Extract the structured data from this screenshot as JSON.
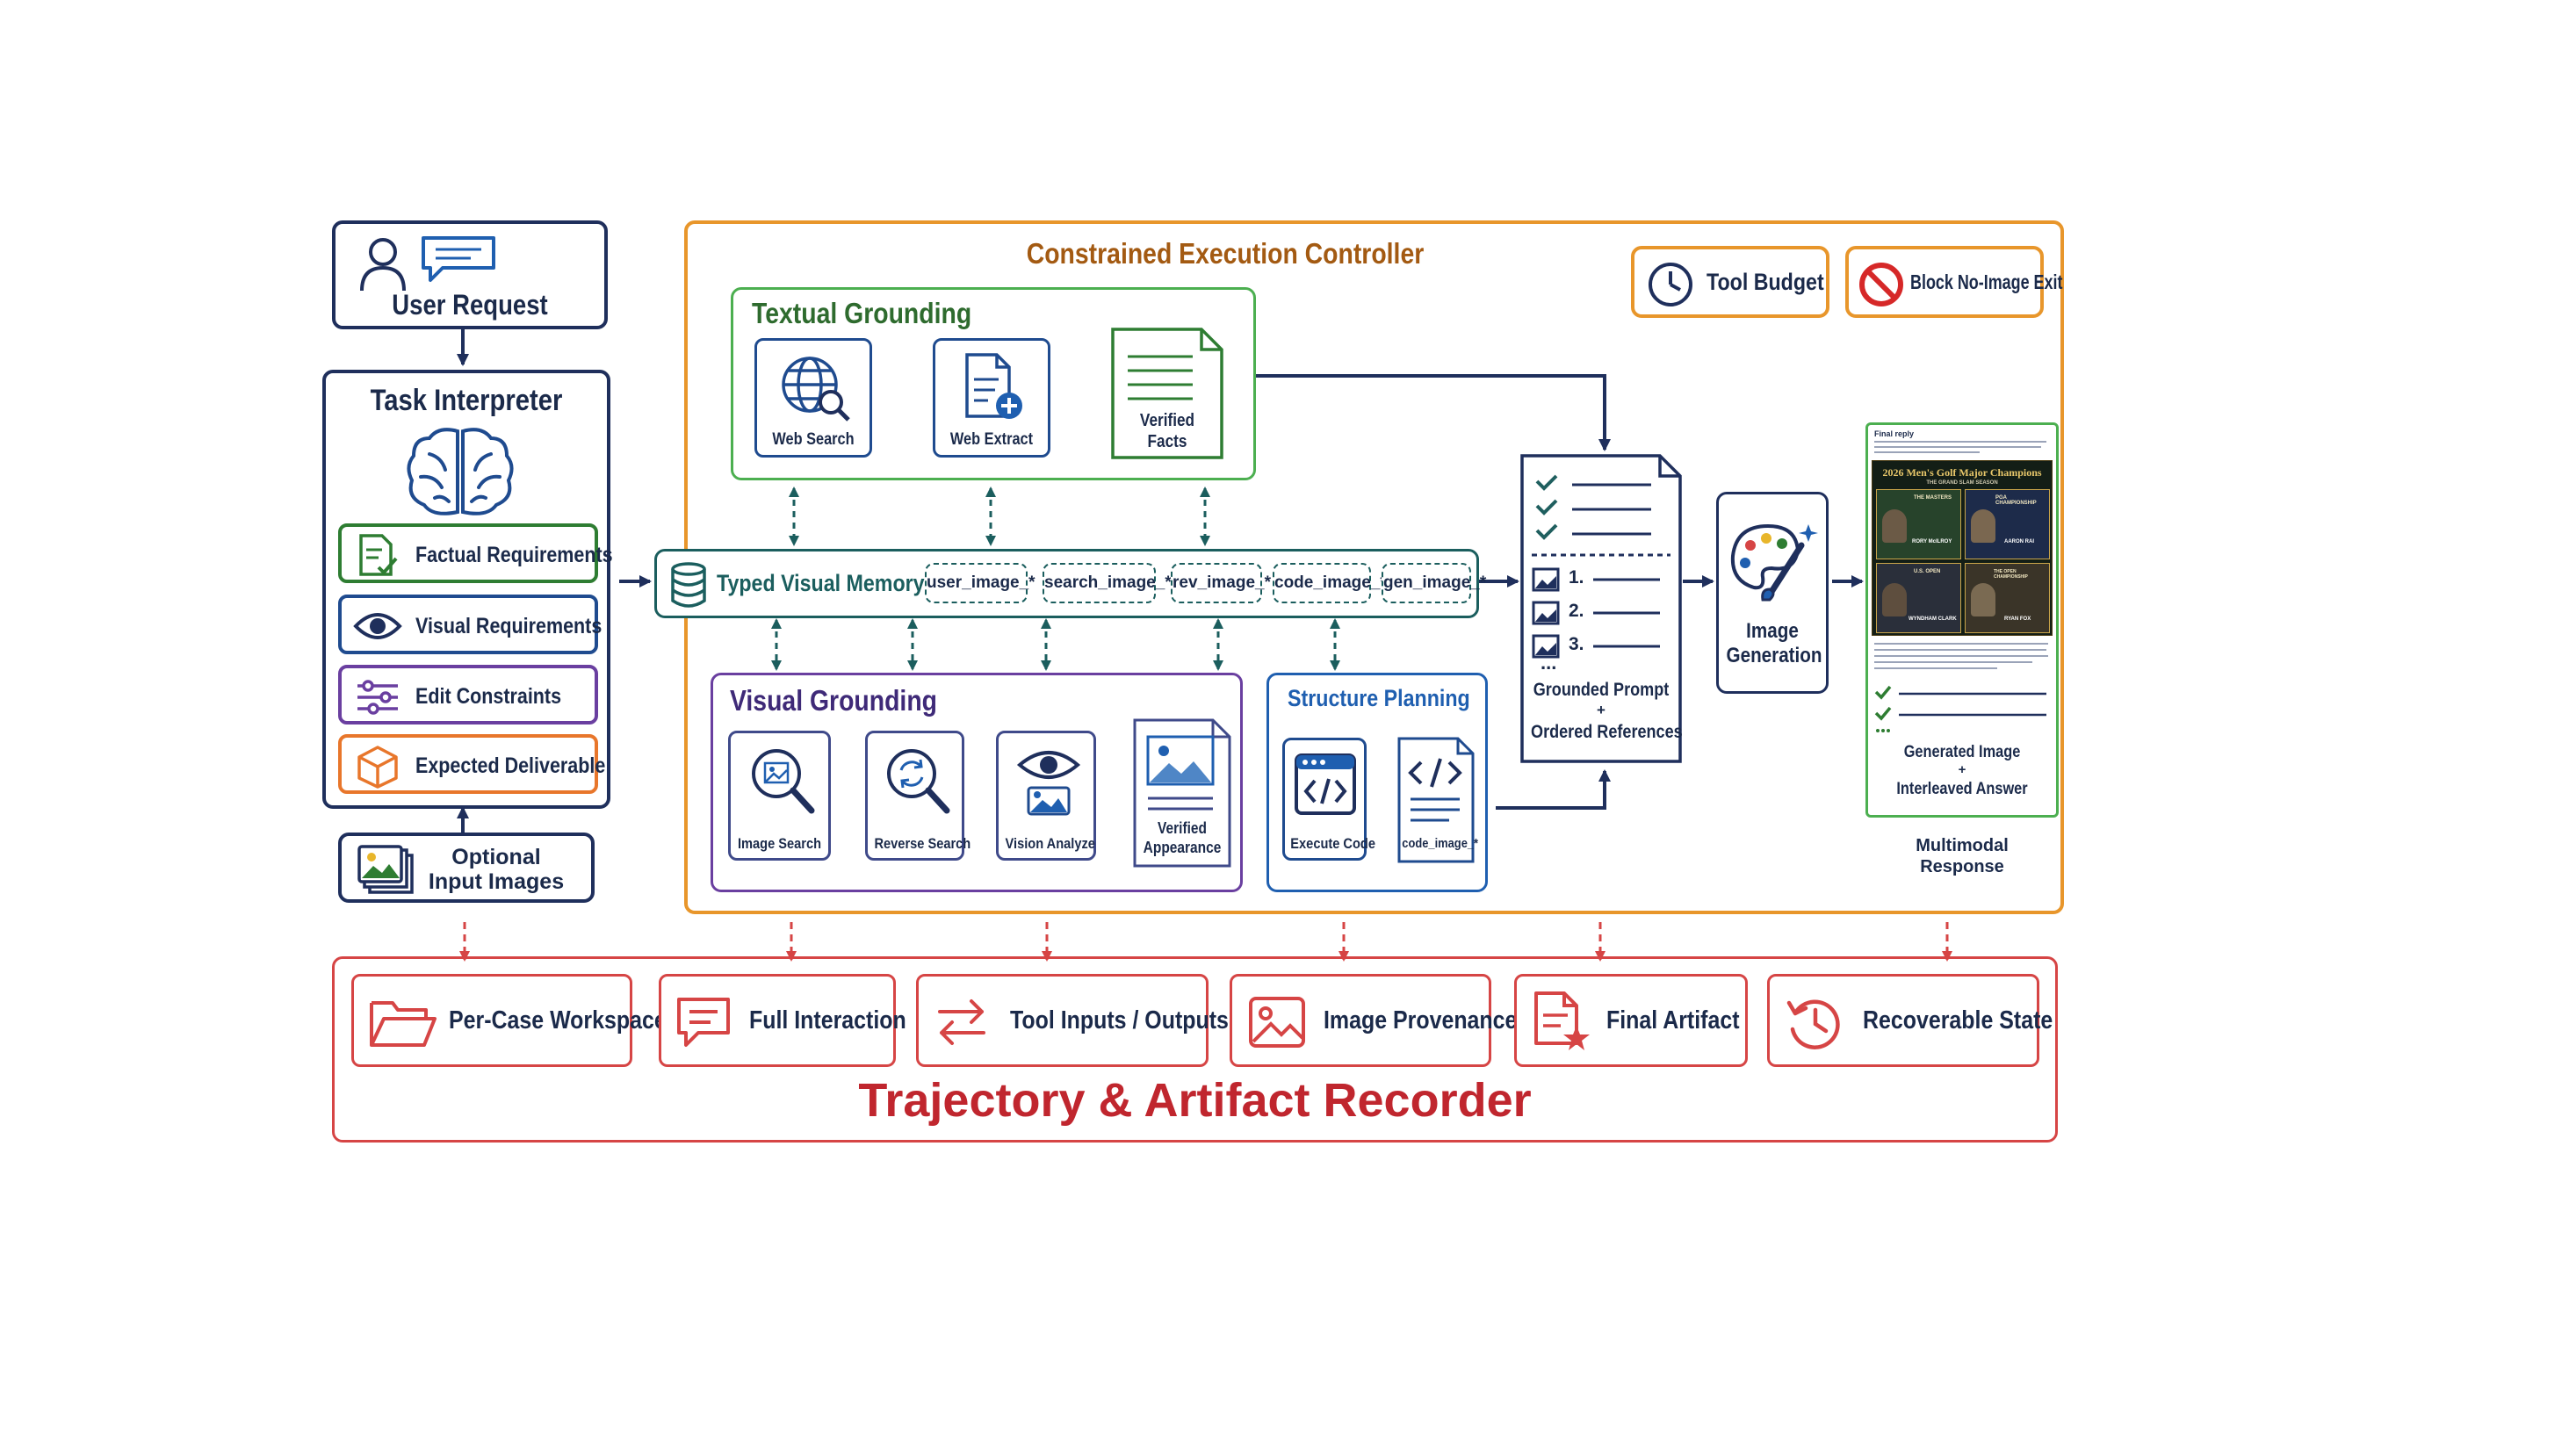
{
  "input": {
    "user_request": "User Request",
    "task_interpreter": "Task Interpreter",
    "requirements": [
      "Factual Requirements",
      "Visual Requirements",
      "Edit Constraints",
      "Expected Deliverable"
    ],
    "optional_input_line1": "Optional",
    "optional_input_line2": "Input Images"
  },
  "controller": {
    "title": "Constrained Execution Controller",
    "tool_budget": "Tool Budget",
    "block_exit": "Block No-Image Exit"
  },
  "textual_grounding": {
    "title": "Textual Grounding",
    "web_search": "Web Search",
    "web_extract": "Web Extract",
    "verified_facts_line1": "Verified",
    "verified_facts_line2": "Facts"
  },
  "memory": {
    "title": "Typed Visual Memory",
    "chips": [
      "user_image_*",
      "search_image_*",
      "rev_image_*",
      "code_image_*",
      "gen_image_*"
    ]
  },
  "visual_grounding": {
    "title": "Visual Grounding",
    "image_search": "Image Search",
    "reverse_search": "Reverse Search",
    "vision_analyze": "Vision Analyze",
    "verified_appearance_line1": "Verified",
    "verified_appearance_line2": "Appearance"
  },
  "structure_planning": {
    "title": "Structure Planning",
    "execute_code": "Execute Code",
    "code_image": "code_image_*"
  },
  "prompt_doc": {
    "items": [
      "1.",
      "2.",
      "3."
    ],
    "ellipsis": "...",
    "line1": "Grounded Prompt",
    "plus": "+",
    "line2": "Ordered References"
  },
  "image_generation": {
    "line1": "Image",
    "line2": "Generation"
  },
  "response": {
    "final_reply": "Final reply",
    "poster_title": "2026 Men's Golf Major Champions",
    "poster_subtitle": "THE GRAND SLAM SEASON",
    "champions": [
      {
        "event": "THE MASTERS",
        "player": "RORY McILROY"
      },
      {
        "event": "PGA CHAMPIONSHIP",
        "player": "AARON RAI"
      },
      {
        "event": "U.S. OPEN",
        "player": "WYNDHAM CLARK"
      },
      {
        "event": "THE OPEN CHAMPIONSHIP",
        "player": "RYAN FOX"
      }
    ],
    "generated_line1": "Generated Image",
    "plus": "+",
    "generated_line2": "Interleaved Answer",
    "caption_line1": "Multimodal",
    "caption_line2": "Response"
  },
  "recorder": {
    "title": "Trajectory & Artifact Recorder",
    "items": [
      "Per-Case Workspace",
      "Full Interaction",
      "Tool Inputs / Outputs",
      "Image Provenance",
      "Final Artifact",
      "Recoverable State"
    ]
  },
  "colors": {
    "navy": "#1f2f5c",
    "green": "#2e7d32",
    "purple": "#6a3fa0",
    "blue": "#1f5fb0",
    "orange": "#e8962b",
    "red": "#d64545",
    "recorder_title": "#c0262e",
    "teal": "#1b5e5e"
  }
}
